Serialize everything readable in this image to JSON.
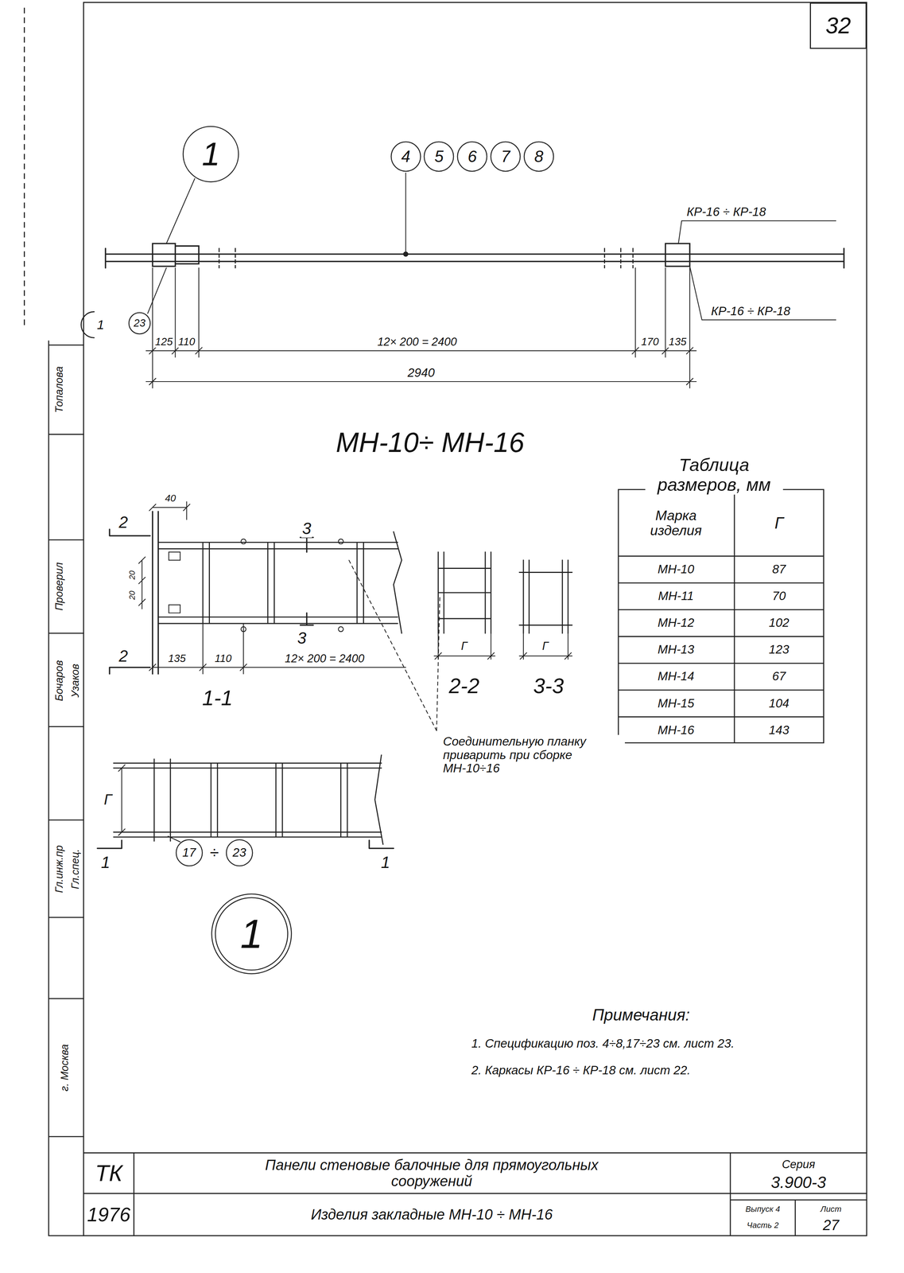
{
  "diagram": {
    "nodes": [
      {
        "text": [
          "32"
        ]
      },
      {
        "text": [
          "1"
        ]
      },
      {
        "text": [
          "4"
        ]
      },
      {
        "text": [
          "5"
        ]
      },
      {
        "text": [
          "6"
        ]
      },
      {
        "text": [
          "7"
        ]
      },
      {
        "text": [
          "8"
        ]
      },
      {
        "text": [
          "23"
        ]
      },
      {
        "text": [
          "17"
        ]
      },
      {
        "text": [
          "23"
        ]
      },
      {
        "text": [
          "1"
        ]
      }
    ],
    "labels": [
      "Топалова",
      "Проверил",
      "Бочаров",
      "Узаков",
      "Гл.инж.пр",
      "Гл.спец.",
      "г. Москва",
      "КР-16 ÷ КР-18",
      "КР-16 ÷ КР-18",
      "125",
      "110",
      "12× 200 = 2400",
      "170",
      "135",
      "2940",
      "МН-10÷ МН-16",
      "Таблица размеров, мм",
      "Марка изделия",
      "Г",
      "МН-10",
      "МН-11",
      "МН-12",
      "МН-13",
      "МН-14",
      "МН-15",
      "МН-16",
      "87",
      "70",
      "102",
      "123",
      "67",
      "104",
      "143",
      "2",
      "40",
      "3",
      "20",
      "20",
      "2",
      "135",
      "110",
      "12× 200 = 2400",
      "1-1",
      "Г",
      "Г",
      "2-2",
      "3-3",
      "Соединительную планку приварить при сборке МН-10÷16",
      "Г",
      "1",
      "1",
      "÷",
      "Примечания:",
      "1. Спецификацию поз. 4÷8,17÷23 см. лист 23.",
      "2. Каркасы КР-16 ÷ КР-18 см. лист 22.",
      "ТК",
      "1976",
      "Панели стеновые балочные для прямоугольных сооружений",
      "Изделия закладные МН-10 ÷ МН-16",
      "Серия",
      "3.900-3",
      "Выпуск 4",
      "Часть 2",
      "Лист",
      "27",
      "1",
      "3"
    ]
  }
}
